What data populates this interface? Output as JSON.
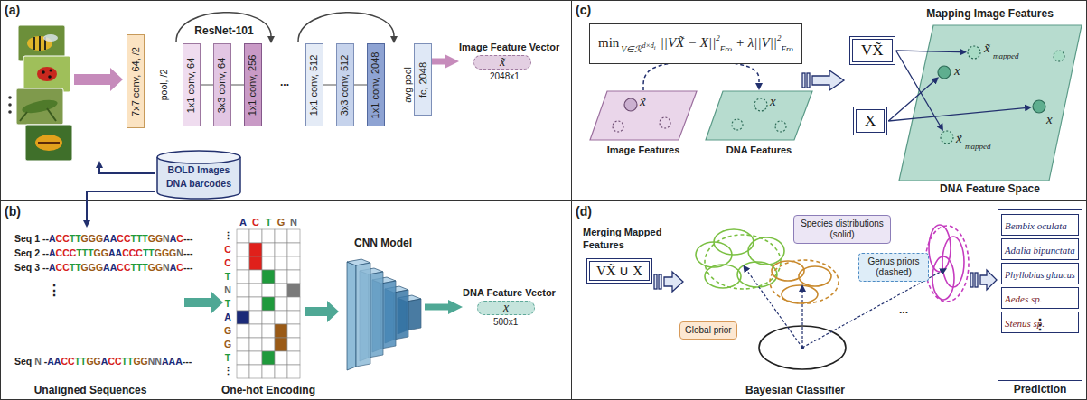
{
  "diagram": {
    "nodes": [
      {
        "text": [
          "7x7 conv, 64, /2"
        ]
      },
      {
        "text": [
          "1x1 conv, 64"
        ]
      },
      {
        "text": [
          "3x3 conv, 64"
        ]
      },
      {
        "text": [
          "1x1 conv, 256"
        ]
      },
      {
        "text": [
          "1x1 conv, 512"
        ]
      },
      {
        "text": [
          "3x3 conv, 512"
        ]
      },
      {
        "text": [
          "1x1 conv, 2048"
        ]
      },
      {
        "text": [
          "fc, 2048"
        ]
      },
      {
        "text": [
          "Image Feature Vector",
          "x̃",
          "2048x1"
        ]
      },
      {
        "text": [
          "BOLD Images",
          "DNA barcodes"
        ]
      },
      {
        "text": [
          "CNN Model"
        ]
      },
      {
        "text": [
          "DNA Feature Vector",
          "x",
          "500x1"
        ]
      },
      {
        "text": [
          "min",
          "V∈ℛ",
          "d×d",
          "i",
          "||VX̃ − X||",
          "2",
          "Fro",
          "+ λ||V||",
          "2",
          "Fro"
        ]
      },
      {
        "text": [
          "x̃",
          "Image Features"
        ]
      },
      {
        "text": [
          "x",
          "DNA Features"
        ]
      },
      {
        "text": [
          "VX̃"
        ]
      },
      {
        "text": [
          "X"
        ]
      },
      {
        "text": [
          "Mapping Image Features",
          "DNA Feature Space"
        ]
      },
      {
        "text": [
          "Merging Mapped Features",
          "VX̃ ∪ X"
        ]
      },
      {
        "text": [
          "Species distributions (solid)"
        ]
      },
      {
        "text": [
          "Genus priors (dashed)"
        ]
      },
      {
        "text": [
          "Global prior"
        ]
      },
      {
        "text": [
          "Prediction"
        ]
      },
      {
        "text": [
          "Bembix oculata"
        ],
        "in": 22
      },
      {
        "text": [
          "Adalia bipunctata"
        ],
        "in": 22
      },
      {
        "text": [
          "Phyllobius glaucus"
        ],
        "in": 22
      },
      {
        "text": [
          "Aedes sp."
        ],
        "in": 22
      },
      {
        "text": [
          "Stenus sp."
        ],
        "in": 22
      }
    ],
    "edges": [
      {
        "from": 1,
        "to": 2,
        "arrow": "none"
      },
      {
        "from": 2,
        "to": 3,
        "arrow": "none"
      },
      {
        "from": 4,
        "to": 5,
        "arrow": "none"
      },
      {
        "from": 5,
        "to": 6,
        "arrow": "none"
      },
      {
        "from": 7,
        "to": 8,
        "arrow": "to"
      },
      {
        "from": 10,
        "to": 11,
        "arrow": "to"
      },
      {
        "from": 13,
        "to": 14,
        "arrow": "to"
      }
    ],
    "labels": [
      "(a)",
      "pool, /2",
      "ResNet-101",
      "...",
      "avg pool",
      "(b)",
      "Seq 1 --ACCTTGGGAACCTTTGGNAC---",
      "Seq 2 --ACCCTTTGGAACCCTTGGGN---",
      "Seq 3 --ACCTTGGGAACCTTTGGNAC---",
      "⋮",
      "Seq N -AACCTTGGACCTTGGNNAAA---",
      "Unaligned Sequences",
      "A",
      "C",
      "T",
      "G",
      "N",
      "⋮",
      "C",
      "C",
      "T",
      "N",
      "T",
      "A",
      "G",
      "G",
      "T",
      "⋮",
      "One-hot Encoding",
      "(c)",
      "x̃",
      "mapped",
      "x",
      "x̃",
      "mapped",
      "x",
      "(d)",
      "...",
      "Bayesian Classifier",
      "⋮"
    ]
  }
}
